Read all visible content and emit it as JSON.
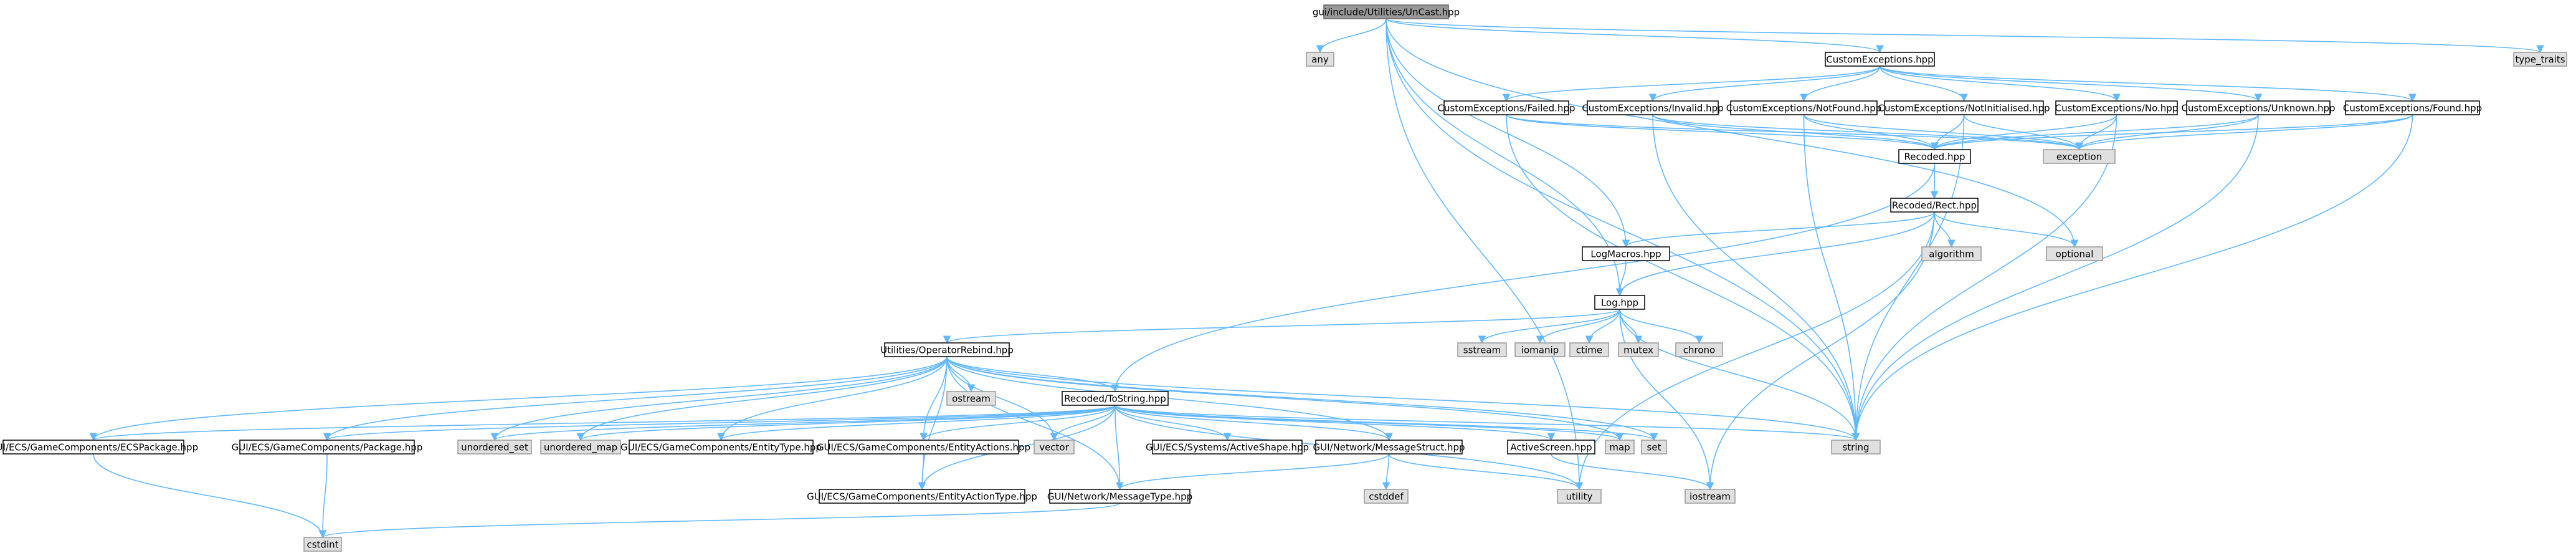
{
  "colors": {
    "edge": "#63b8ff",
    "node_border": "#000000",
    "node_fill": "#ffffff",
    "system_fill": "#e0e0e0",
    "system_border": "#999999",
    "root_fill": "#999999",
    "root_border": "#666666",
    "text": "#000000"
  },
  "nodes": [
    {
      "id": "root",
      "label": "gui/include/Utilities/UnCast.hpp",
      "kind": "root"
    },
    {
      "id": "any",
      "label": "any",
      "kind": "system"
    },
    {
      "id": "customexc",
      "label": "CustomExceptions.hpp",
      "kind": "file"
    },
    {
      "id": "type_traits",
      "label": "type_traits",
      "kind": "system"
    },
    {
      "id": "failed",
      "label": "CustomExceptions/Failed.hpp",
      "kind": "file"
    },
    {
      "id": "invalid",
      "label": "CustomExceptions/Invalid.hpp",
      "kind": "file"
    },
    {
      "id": "notfound",
      "label": "CustomExceptions/NotFound.hpp",
      "kind": "file"
    },
    {
      "id": "notinit",
      "label": "CustomExceptions/NotInitialised.hpp",
      "kind": "file"
    },
    {
      "id": "no",
      "label": "CustomExceptions/No.hpp",
      "kind": "file"
    },
    {
      "id": "unknown",
      "label": "CustomExceptions/Unknown.hpp",
      "kind": "file"
    },
    {
      "id": "found",
      "label": "CustomExceptions/Found.hpp",
      "kind": "file"
    },
    {
      "id": "exception",
      "label": "exception",
      "kind": "system"
    },
    {
      "id": "recoded",
      "label": "Recoded.hpp",
      "kind": "file"
    },
    {
      "id": "rect",
      "label": "Recoded/Rect.hpp",
      "kind": "file"
    },
    {
      "id": "algorithm",
      "label": "algorithm",
      "kind": "system"
    },
    {
      "id": "optional",
      "label": "optional",
      "kind": "system"
    },
    {
      "id": "logmacros",
      "label": "LogMacros.hpp",
      "kind": "file"
    },
    {
      "id": "log",
      "label": "Log.hpp",
      "kind": "file"
    },
    {
      "id": "sstream",
      "label": "sstream",
      "kind": "system"
    },
    {
      "id": "iomanip",
      "label": "iomanip",
      "kind": "system"
    },
    {
      "id": "ctime",
      "label": "ctime",
      "kind": "system"
    },
    {
      "id": "mutex",
      "label": "mutex",
      "kind": "system"
    },
    {
      "id": "chrono",
      "label": "chrono",
      "kind": "system"
    },
    {
      "id": "oprebind",
      "label": "Utilities/OperatorRebind.hpp",
      "kind": "file"
    },
    {
      "id": "ostream",
      "label": "ostream",
      "kind": "system"
    },
    {
      "id": "tostring",
      "label": "Recoded/ToString.hpp",
      "kind": "file"
    },
    {
      "id": "ecspackage",
      "label": "GUI/ECS/GameComponents/ECSPackage.hpp",
      "kind": "file"
    },
    {
      "id": "package",
      "label": "GUI/ECS/GameComponents/Package.hpp",
      "kind": "file"
    },
    {
      "id": "uset",
      "label": "unordered_set",
      "kind": "system"
    },
    {
      "id": "umap",
      "label": "unordered_map",
      "kind": "system"
    },
    {
      "id": "entitytype",
      "label": "GUI/ECS/GameComponents/EntityType.hpp",
      "kind": "file"
    },
    {
      "id": "entityactions",
      "label": "GUI/ECS/GameComponents/EntityActions.hpp",
      "kind": "file"
    },
    {
      "id": "vector",
      "label": "vector",
      "kind": "system"
    },
    {
      "id": "activeshape",
      "label": "GUI/ECS/Systems/ActiveShape.hpp",
      "kind": "file"
    },
    {
      "id": "msgstruct",
      "label": "GUI/Network/MessageStruct.hpp",
      "kind": "file"
    },
    {
      "id": "activescreen",
      "label": "ActiveScreen.hpp",
      "kind": "file"
    },
    {
      "id": "map",
      "label": "map",
      "kind": "system"
    },
    {
      "id": "set",
      "label": "set",
      "kind": "system"
    },
    {
      "id": "string",
      "label": "string",
      "kind": "system"
    },
    {
      "id": "cstddef",
      "label": "cstddef",
      "kind": "system"
    },
    {
      "id": "utility",
      "label": "utility",
      "kind": "system"
    },
    {
      "id": "iostream",
      "label": "iostream",
      "kind": "system"
    },
    {
      "id": "entityactiontype",
      "label": "GUI/ECS/GameComponents/EntityActionType.hpp",
      "kind": "file"
    },
    {
      "id": "msgtype",
      "label": "GUI/Network/MessageType.hpp",
      "kind": "file"
    },
    {
      "id": "cstdint",
      "label": "cstdint",
      "kind": "system"
    }
  ],
  "edges": [
    [
      "root",
      "any"
    ],
    [
      "root",
      "customexc"
    ],
    [
      "root",
      "type_traits"
    ],
    [
      "root",
      "logmacros"
    ],
    [
      "root",
      "log"
    ],
    [
      "root",
      "optional"
    ],
    [
      "root",
      "string"
    ],
    [
      "root",
      "utility"
    ],
    [
      "customexc",
      "failed"
    ],
    [
      "customexc",
      "invalid"
    ],
    [
      "customexc",
      "notfound"
    ],
    [
      "customexc",
      "notinit"
    ],
    [
      "customexc",
      "no"
    ],
    [
      "customexc",
      "unknown"
    ],
    [
      "customexc",
      "found"
    ],
    [
      "failed",
      "recoded"
    ],
    [
      "failed",
      "exception"
    ],
    [
      "failed",
      "string"
    ],
    [
      "invalid",
      "recoded"
    ],
    [
      "invalid",
      "exception"
    ],
    [
      "invalid",
      "string"
    ],
    [
      "notfound",
      "recoded"
    ],
    [
      "notfound",
      "exception"
    ],
    [
      "notfound",
      "string"
    ],
    [
      "notinit",
      "recoded"
    ],
    [
      "notinit",
      "exception"
    ],
    [
      "notinit",
      "string"
    ],
    [
      "no",
      "recoded"
    ],
    [
      "no",
      "exception"
    ],
    [
      "no",
      "string"
    ],
    [
      "unknown",
      "recoded"
    ],
    [
      "unknown",
      "exception"
    ],
    [
      "unknown",
      "string"
    ],
    [
      "found",
      "recoded"
    ],
    [
      "found",
      "exception"
    ],
    [
      "found",
      "string"
    ],
    [
      "recoded",
      "rect"
    ],
    [
      "recoded",
      "tostring"
    ],
    [
      "rect",
      "logmacros"
    ],
    [
      "rect",
      "log"
    ],
    [
      "rect",
      "algorithm"
    ],
    [
      "rect",
      "optional"
    ],
    [
      "rect",
      "utility"
    ],
    [
      "rect",
      "iostream"
    ],
    [
      "logmacros",
      "log"
    ],
    [
      "log",
      "oprebind"
    ],
    [
      "log",
      "sstream"
    ],
    [
      "log",
      "iomanip"
    ],
    [
      "log",
      "ctime"
    ],
    [
      "log",
      "mutex"
    ],
    [
      "log",
      "chrono"
    ],
    [
      "log",
      "string"
    ],
    [
      "log",
      "iostream"
    ],
    [
      "oprebind",
      "ostream"
    ],
    [
      "oprebind",
      "tostring"
    ],
    [
      "oprebind",
      "ecspackage"
    ],
    [
      "oprebind",
      "package"
    ],
    [
      "oprebind",
      "uset"
    ],
    [
      "oprebind",
      "umap"
    ],
    [
      "oprebind",
      "entitytype"
    ],
    [
      "oprebind",
      "entityactions"
    ],
    [
      "oprebind",
      "vector"
    ],
    [
      "oprebind",
      "msgstruct"
    ],
    [
      "oprebind",
      "map"
    ],
    [
      "oprebind",
      "set"
    ],
    [
      "oprebind",
      "string"
    ],
    [
      "oprebind",
      "entityactiontype"
    ],
    [
      "oprebind",
      "msgtype"
    ],
    [
      "tostring",
      "ecspackage"
    ],
    [
      "tostring",
      "package"
    ],
    [
      "tostring",
      "uset"
    ],
    [
      "tostring",
      "umap"
    ],
    [
      "tostring",
      "entitytype"
    ],
    [
      "tostring",
      "entityactions"
    ],
    [
      "tostring",
      "vector"
    ],
    [
      "tostring",
      "activeshape"
    ],
    [
      "tostring",
      "msgstruct"
    ],
    [
      "tostring",
      "activescreen"
    ],
    [
      "tostring",
      "map"
    ],
    [
      "tostring",
      "set"
    ],
    [
      "tostring",
      "string"
    ],
    [
      "tostring",
      "utility"
    ],
    [
      "tostring",
      "entityactiontype"
    ],
    [
      "tostring",
      "msgtype"
    ],
    [
      "ecspackage",
      "cstdint"
    ],
    [
      "package",
      "cstdint"
    ],
    [
      "entityactions",
      "entityactiontype"
    ],
    [
      "msgstruct",
      "msgtype"
    ],
    [
      "msgstruct",
      "cstddef"
    ],
    [
      "msgstruct",
      "utility"
    ],
    [
      "activescreen",
      "iostream"
    ],
    [
      "msgtype",
      "cstdint"
    ]
  ]
}
